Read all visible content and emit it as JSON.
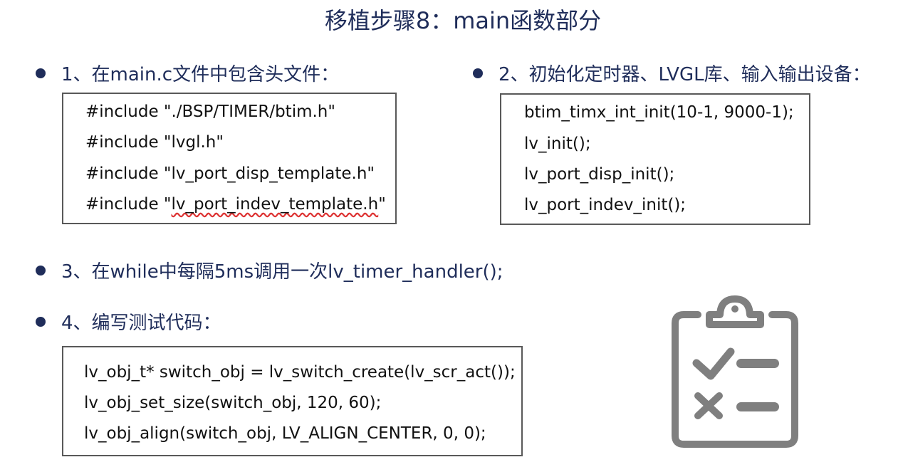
{
  "title": "移植步骤8：main函数部分",
  "steps": [
    {
      "label": "1、在main.c文件中包含头文件："
    },
    {
      "label": "2、初始化定时器、LVGL库、输入输出设备："
    },
    {
      "label": "3、在while中每隔5ms调用一次lv_timer_handler();"
    },
    {
      "label": "4、编写测试代码："
    }
  ],
  "code_includes": {
    "lines": [
      "#include \"./BSP/TIMER/btim.h\"",
      "#include \"lvgl.h\"",
      "#include \"lv_port_disp_template.h\"",
      "#include \""
    ],
    "last_line_marked": "lv_port_indev_template.h",
    "last_line_tail": "\""
  },
  "code_init": {
    "lines": [
      "btim_timx_int_init(10-1, 9000-1);",
      "lv_init();",
      "lv_port_disp_init();",
      "lv_port_indev_init();"
    ]
  },
  "code_test": {
    "lines": [
      "lv_obj_t* switch_obj = lv_switch_create(lv_scr_act());",
      "lv_obj_set_size(switch_obj, 120, 60);",
      "lv_obj_align(switch_obj, LV_ALIGN_CENTER, 0, 0);"
    ]
  },
  "icon": "clipboard-checklist-icon",
  "colors": {
    "text": "#1f2d5a",
    "icon": "#7f7f7f",
    "border": "#595959"
  }
}
